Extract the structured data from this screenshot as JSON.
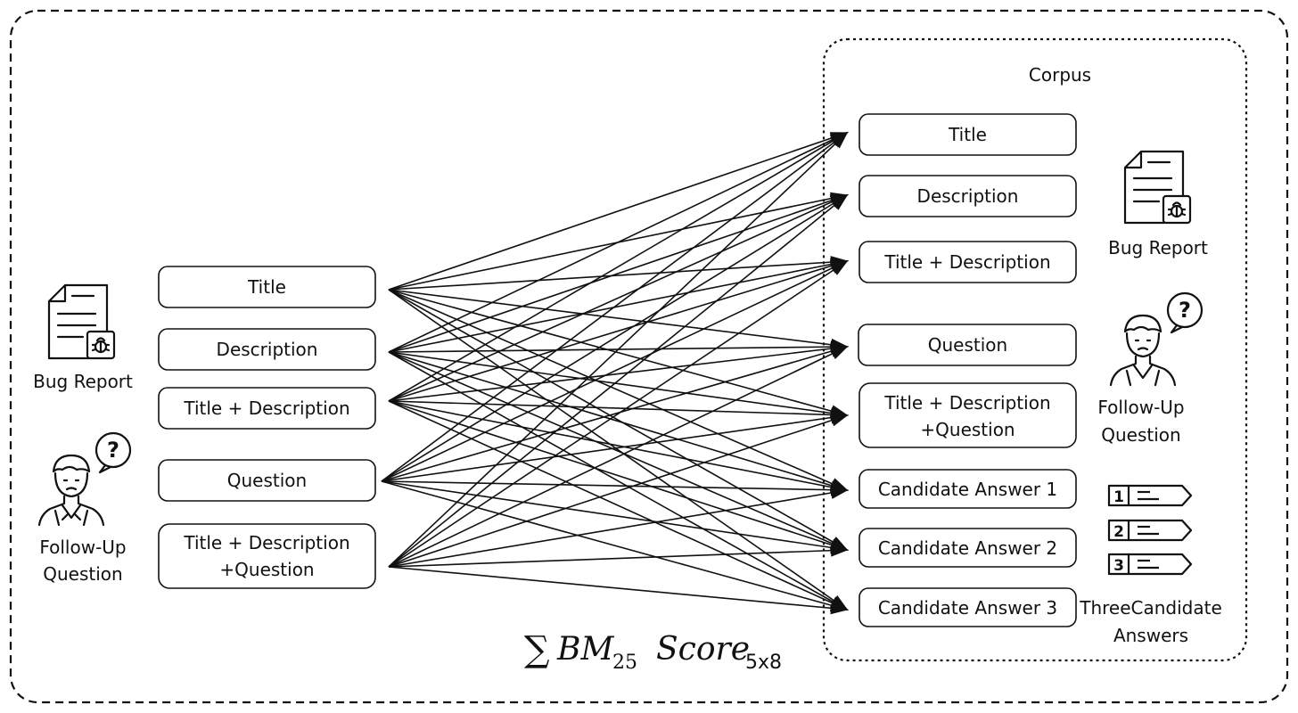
{
  "left": {
    "bug_report_label": "Bug Report",
    "follow_up_label_line1": "Follow-Up",
    "follow_up_label_line2": "Question",
    "query_boxes": [
      {
        "line1": "Title",
        "line2": ""
      },
      {
        "line1": "Description",
        "line2": ""
      },
      {
        "line1": "Title + Description",
        "line2": ""
      },
      {
        "line1": "Question",
        "line2": ""
      },
      {
        "line1": "Title + Description",
        "line2": "+Question"
      }
    ]
  },
  "corpus": {
    "title": "Corpus",
    "doc_boxes": [
      {
        "line1": "Title",
        "line2": ""
      },
      {
        "line1": "Description",
        "line2": ""
      },
      {
        "line1": "Title + Description",
        "line2": ""
      },
      {
        "line1": "Question",
        "line2": ""
      },
      {
        "line1": "Title + Description",
        "line2": "+Question"
      },
      {
        "line1": "Candidate Answer 1",
        "line2": ""
      },
      {
        "line1": "Candidate Answer 2",
        "line2": ""
      },
      {
        "line1": "Candidate Answer 3",
        "line2": ""
      }
    ],
    "bug_report_label": "Bug Report",
    "follow_up_label_line1": "Follow-Up",
    "follow_up_label_line2": "Question",
    "candidates_label_line1": "ThreeCandidate",
    "candidates_label_line2": "Answers",
    "ranks": [
      "1",
      "2",
      "3"
    ]
  },
  "formula": {
    "sum": "∑",
    "bm": "BM",
    "bm_sub": "25",
    "score": "Score",
    "score_sub": "5x8"
  },
  "icons": {
    "bug_report": "bug-report-document-icon",
    "follow_up": "person-question-icon",
    "ranked_list": "ranked-list-icon"
  }
}
